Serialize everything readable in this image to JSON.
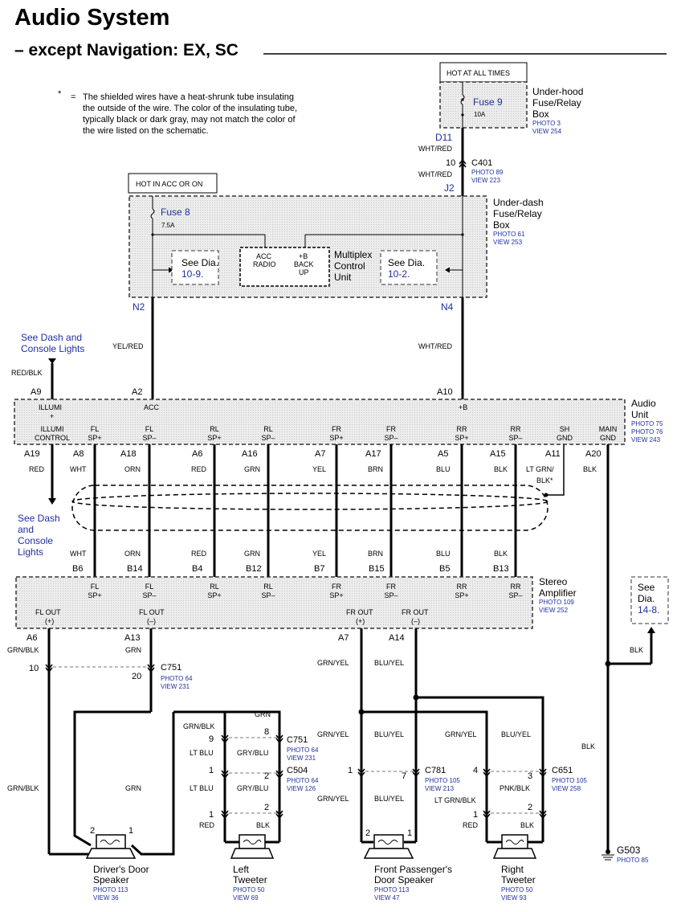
{
  "header": {
    "title": "Audio System",
    "subtitle": "– except Navigation: EX, SC"
  },
  "note": {
    "star": "*",
    "eq": "=",
    "lines": [
      "The shielded wires have a heat-shrunk tube insulating",
      "the outside of the wire.  The color of the insulating tube,",
      "typically black or dark gray, may not match the color of",
      "the wire listed on the schematic."
    ]
  },
  "hot_boxes": {
    "all_times": "HOT AT ALL TIMES",
    "acc_on": "HOT IN ACC OR ON"
  },
  "underhood": {
    "fuse": "Fuse 9",
    "amps": "10A",
    "name": [
      "Under-hood",
      "Fuse/Relay",
      "Box"
    ],
    "photo": "PHOTO 3",
    "view": "VIEW 254",
    "pin": "D11",
    "wire": "WHT/RED"
  },
  "c401": {
    "pin": "10",
    "name": "C401",
    "photo": "PHOTO 89",
    "view": "VIEW 223",
    "wire": "WHT/RED",
    "out_pin": "J2"
  },
  "underdash": {
    "fuse": "Fuse 8",
    "amps": "7.5A",
    "name": [
      "Under-dash",
      "Fuse/Relay",
      "Box"
    ],
    "photo": "PHOTO 61",
    "view": "VIEW 253",
    "see_left": [
      "See Dia.",
      "10-9."
    ],
    "see_right": [
      "See Dia.",
      "10-2."
    ],
    "mcu_inner": [
      "ACC",
      "RADIO",
      "+B",
      "BACK",
      "UP"
    ],
    "mcu_name": [
      "Multiplex",
      "Control",
      "Unit"
    ],
    "pin_left": "N2",
    "pin_right": "N4",
    "wire_left": "YEL/RED",
    "wire_right": "WHT/RED"
  },
  "dash_lights": {
    "top": [
      "See Dash and",
      "Console Lights"
    ],
    "top_wire": "RED/BLK",
    "bottom": [
      "See Dash",
      "and",
      "Console",
      "Lights"
    ]
  },
  "audio_unit": {
    "name": [
      "Audio",
      "Unit"
    ],
    "photos": [
      "PHOTO 75",
      "PHOTO 76",
      "VIEW 243"
    ],
    "top_pins": [
      "A9",
      "A2",
      "A10"
    ],
    "top_labels": [
      "ILLUMI",
      "+",
      "ACC",
      "+B"
    ],
    "bottom_labels": [
      [
        "ILLUMI",
        "CONTROL"
      ],
      [
        "FL",
        "SP+"
      ],
      [
        "FL",
        "SP–"
      ],
      [
        "RL",
        "SP+"
      ],
      [
        "RL",
        "SP–"
      ],
      [
        "FR",
        "SP+"
      ],
      [
        "FR",
        "SP–"
      ],
      [
        "RR",
        "SP+"
      ],
      [
        "RR",
        "SP–"
      ],
      [
        "SH",
        "GND"
      ],
      [
        "MAIN",
        "GND"
      ]
    ],
    "bottom_pins": [
      "A19",
      "A8",
      "A18",
      "A6",
      "A16",
      "A7",
      "A17",
      "A5",
      "A15",
      "A11",
      "A20"
    ],
    "bottom_wires": [
      "RED",
      "WHT",
      "ORN",
      "RED",
      "GRN",
      "YEL",
      "BRN",
      "BLU",
      "BLK",
      "LT GRN/",
      "BLK*",
      "BLK"
    ]
  },
  "shield_wires": [
    "WHT",
    "ORN",
    "RED",
    "GRN",
    "YEL",
    "BRN",
    "BLU",
    "BLK"
  ],
  "amplifier": {
    "name": [
      "Stereo",
      "Amplifier"
    ],
    "photo": "PHOTO 109",
    "view": "VIEW 252",
    "pins_top": [
      "B6",
      "B14",
      "B4",
      "B12",
      "B7",
      "B15",
      "B5",
      "B13"
    ],
    "labels_top": [
      [
        "FL",
        "SP+"
      ],
      [
        "FL",
        "SP–"
      ],
      [
        "RL",
        "SP+"
      ],
      [
        "RL",
        "SP–"
      ],
      [
        "FR",
        "SP+"
      ],
      [
        "FR",
        "SP–"
      ],
      [
        "RR",
        "SP+"
      ],
      [
        "RR",
        "SP–"
      ]
    ],
    "outs": [
      [
        "FL OUT",
        "(+)"
      ],
      [
        "FL OUT",
        "(–)"
      ],
      [
        "FR OUT",
        "(+)"
      ],
      [
        "FR OUT",
        "(–)"
      ]
    ],
    "out_pins": [
      "A6",
      "A13",
      "A7",
      "A14"
    ]
  },
  "see_14": [
    "See",
    "Dia.",
    "14-8."
  ],
  "lower": {
    "w_grnblk": "GRN/BLK",
    "w_grn": "GRN",
    "w_grnyel": "GRN/YEL",
    "w_bluyel": "BLU/YEL",
    "w_blk": "BLK",
    "w_ltblu": "LT BLU",
    "w_gryblu": "GRY/BLU",
    "w_red": "RED",
    "w_pnkblk": "PNK/BLK",
    "w_ltgrnblk": "LT GRN/BLK",
    "c751": {
      "name": "C751",
      "photo": "PHOTO 64",
      "view": "VIEW 231",
      "p1": "10",
      "p2": "20",
      "p3": "9",
      "p4": "8"
    },
    "c504": {
      "name": "C504",
      "photo": "PHOTO 64",
      "view": "VIEW 126",
      "p1": "1",
      "p2": "2"
    },
    "c781": {
      "name": "C781",
      "photo": "PHOTO 105",
      "view": "VIEW 213",
      "p1": "1",
      "p2": "7"
    },
    "c651": {
      "name": "C651",
      "photo": "PHOTO 105",
      "view": "VIEW 258",
      "p1": "4",
      "p2": "3"
    },
    "spk_pins": [
      "1",
      "2"
    ]
  },
  "speakers": {
    "driver": {
      "name": [
        "Driver's Door",
        "Speaker"
      ],
      "photo": "PHOTO 113",
      "view": "VIEW 36"
    },
    "left_tw": {
      "name": [
        "Left",
        "Tweeter"
      ],
      "photo": "PHOTO 50",
      "view": "VIEW 69"
    },
    "pass": {
      "name": [
        "Front Passenger's",
        "Door Speaker"
      ],
      "photo": "PHOTO 113",
      "view": "VIEW 47"
    },
    "right_tw": {
      "name": [
        "Right",
        "Tweeter"
      ],
      "photo": "PHOTO 50",
      "view": "VIEW 93"
    }
  },
  "ground": {
    "name": "G503",
    "photo": "PHOTO 85"
  }
}
